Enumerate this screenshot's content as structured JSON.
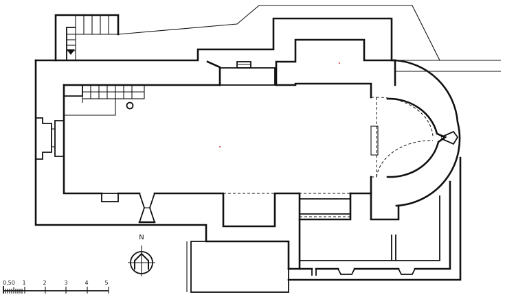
{
  "plan": {
    "north_label": "N",
    "scale_labels": [
      "0,50",
      "1",
      "2",
      "3",
      "4",
      "5"
    ]
  },
  "icons": {
    "north_arrow": "north-arrow-icon"
  }
}
